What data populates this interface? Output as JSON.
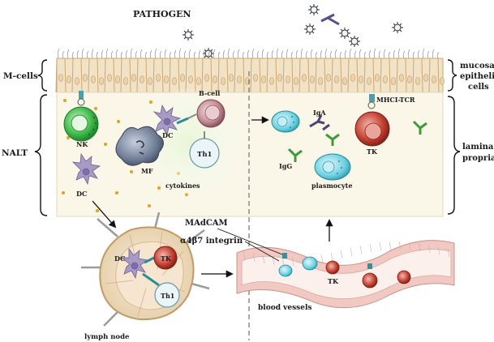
{
  "labels": {
    "pathogen": "PATHOGEN",
    "m_cells": "M-cells",
    "nalt": "NALT",
    "mucosal_epithelial_cells_line1": "mucosal",
    "mucosal_epithelial_cells_line2": "epithelial",
    "mucosal_epithelial_cells_line3": "cells",
    "lamina_propria_line1": "lamina",
    "lamina_propria_line2": "propria",
    "nk": "NK",
    "dc_top": "DC",
    "dc_left": "DC",
    "dc_lymph": "DC",
    "b_cell": "B-cell",
    "th1_top": "Th1",
    "th1_lymph": "Th1",
    "mf": "MF",
    "cytokines": "cytokines",
    "iga": "IgA",
    "igg": "IgG",
    "plasmocyte": "plasmocyte",
    "mhci_tcr": "MHCI-TCR",
    "tk_top": "TK",
    "tk_lymph": "TK",
    "tk_vessel": "TK",
    "madcam": "MAdCAM",
    "integrin": "α4β7 integrin",
    "blood_vessels": "blood vessels",
    "lymph_node": "lymph node"
  },
  "colors": {
    "epithelium": "#f2e2c6",
    "epithelium_border": "#c9a878",
    "lamina": "#faf6e8",
    "nk_green": "#3cb84a",
    "th1_fill": "#e9f4f8",
    "tk_red": "#c0392b",
    "plasmocyte": "#5cc6d8",
    "mf_grey": "#6c7a93",
    "dc_purple": "#9d8fb8",
    "vessel_wall": "#f2c9c2",
    "vessel_inner": "#fbf0ec"
  }
}
